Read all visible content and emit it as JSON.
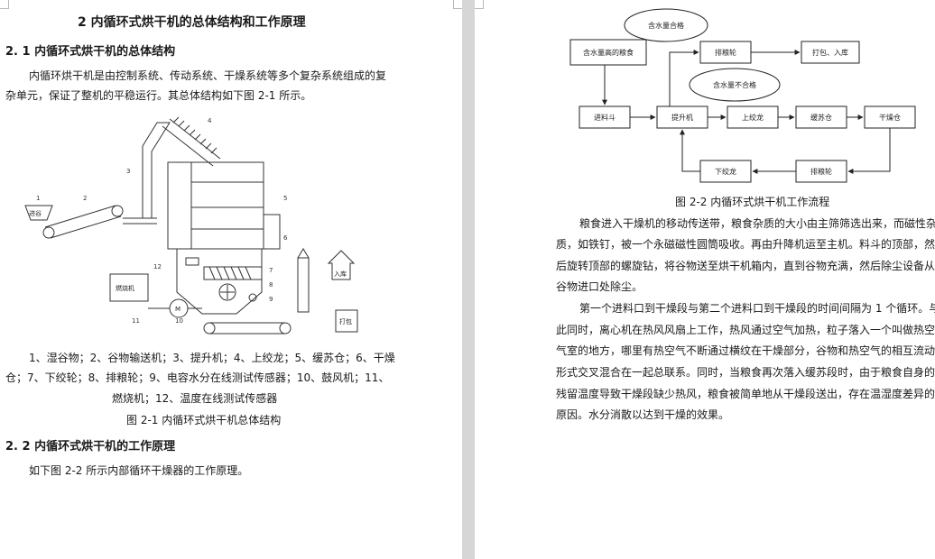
{
  "left": {
    "title": "2 内循环式烘干机的总体结构和工作原理",
    "section1_heading": "2. 1 内循环式烘干机的总体结构",
    "section1_para_line1": "内循环烘干机是由控制系统、传动系统、干燥系统等多个复杂系统组成的复",
    "section1_para_line2": "杂单元，保证了整机的平稳运行。其总体结构如下图 2-1 所示。",
    "figure1": {
      "callouts": [
        "1",
        "2",
        "3",
        "4",
        "5",
        "6",
        "7",
        "8",
        "9",
        "10",
        "11",
        "12"
      ],
      "box_labels": {
        "furnace": "燃烧机",
        "motor": "M",
        "grain_in": "进谷",
        "storage": "入库",
        "pack": "打包"
      }
    },
    "legend_line1": "1、湿谷物；2、谷物输送机；3、提升机；4、上绞龙；5、缓苏仓；6、干燥",
    "legend_line2": "仓；7、下绞轮；8、排粮轮；9、电容水分在线测试传感器；10、鼓风机；11、",
    "legend_line3": "燃烧机；12、温度在线测试传感器",
    "figure1_caption": "图 2-1    内循环式烘干机总体结构",
    "section2_heading": "2. 2 内循环式烘干机的工作原理",
    "section2_para": "如下图 2-2 所示内部循环干燥器的工作原理。"
  },
  "right": {
    "flowchart": {
      "high_moisture_grain": "含水量高的粮食",
      "hopper": "进料斗",
      "elevator": "提升机",
      "upper_auger": "上绞龙",
      "tempering_bin": "缓苏仓",
      "drying_bin": "干燥仓",
      "discharge_wheel_top": "排粮轮",
      "pack_store": "打包、入库",
      "discharge_wheel_bottom": "排粮轮",
      "lower_auger": "下绞龙",
      "bubble_qualified": "含水量合格",
      "bubble_unqualified": "含水量不合格"
    },
    "figure2_caption": "图 2-2    内循环式烘干机工作流程",
    "para1_lines": [
      "粮食进入干燥机的移动传送带，粮食杂质的大小由主筛筛选出来，而磁性杂",
      "质，如铁钉，被一个永磁磁性圆筒吸收。再由升降机运至主机。料斗的顶部，然",
      "后旋转顶部的螺旋钻，将谷物送至烘干机箱内，直到谷物充满，然后除尘设备从",
      "谷物进口处除尘。"
    ],
    "para2_lines": [
      "第一个进料口到干燥段与第二个进料口到干燥段的时间间隔为 1 个循环。与",
      "此同时，离心机在热风风扇上工作，热风通过空气加热，粒子落入一个叫做热空",
      "气室的地方，哪里有热空气不断通过横纹在干燥部分，谷物和热空气的相互流动",
      "形式交叉混合在一起总联系。同时，当粮食再次落入缓苏段时，由于粮食自身的",
      "残留温度导致干燥段缺少热风，粮食被简单地从干燥段送出，存在温湿度差异的",
      "原因。水分消散以达到干燥的效果。"
    ]
  }
}
